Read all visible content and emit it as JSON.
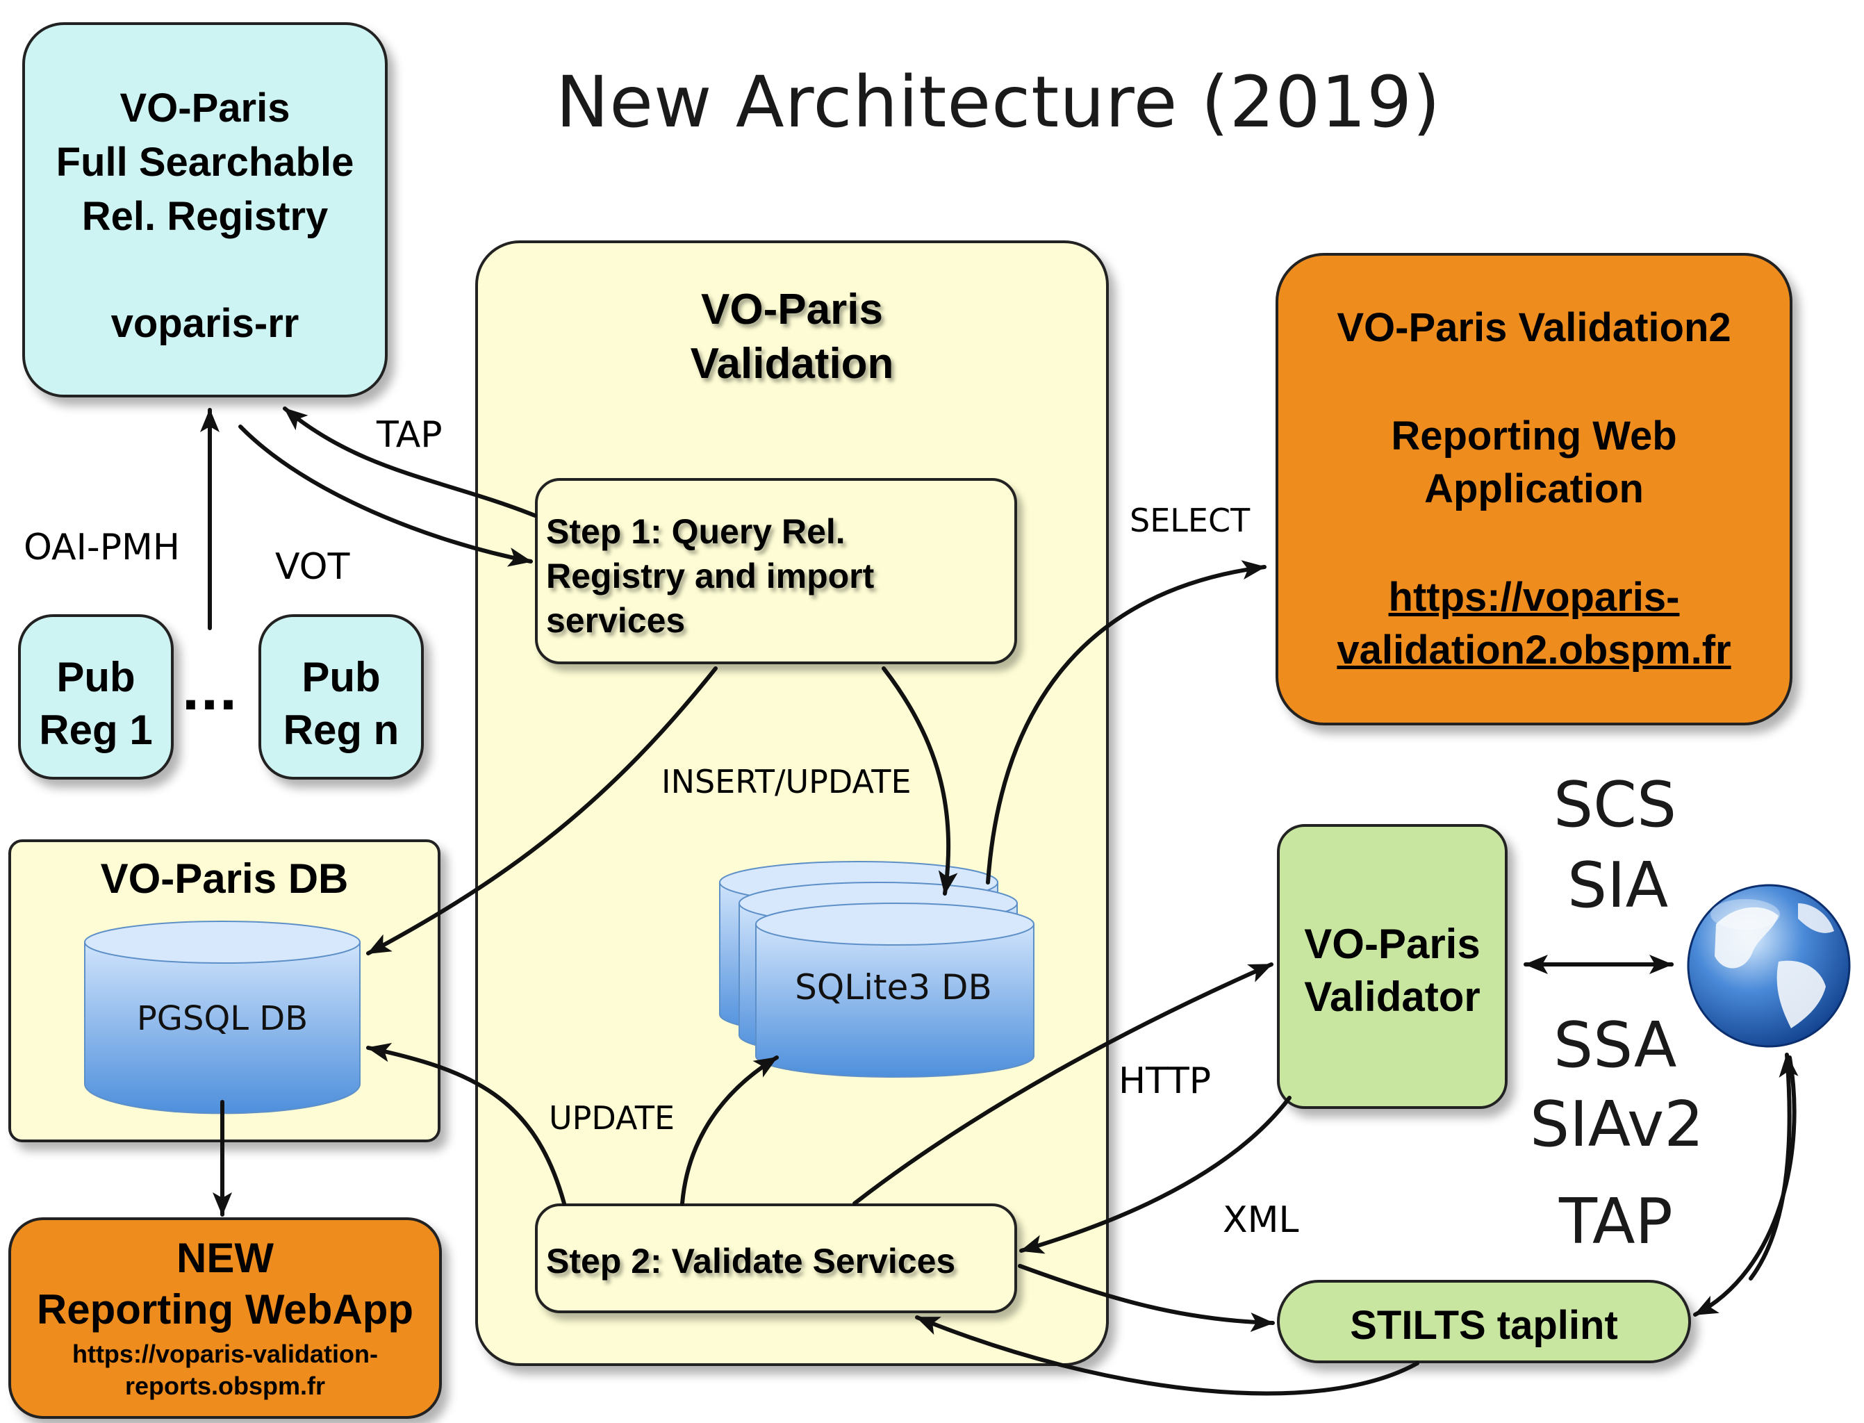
{
  "title": "New Architecture (2019)",
  "rel_registry": {
    "line1": "VO-Paris",
    "line2": "Full Searchable",
    "line3": "Rel. Registry",
    "line4": "voparis-rr"
  },
  "pub_reg_1": {
    "line1": "Pub",
    "line2": "Reg 1"
  },
  "pub_reg_n": {
    "line1": "Pub",
    "line2": "Reg n"
  },
  "ellipsis": "...",
  "validation": {
    "line1": "VO-Paris",
    "line2": "Validation"
  },
  "step1": {
    "line1": "Step 1: Query Rel.",
    "line2": "Registry and import",
    "line3": "services"
  },
  "step2": {
    "label": "Step 2: Validate Services"
  },
  "sqlite_db": {
    "label": "SQLite3 DB"
  },
  "voparis_db": {
    "title": "VO-Paris DB",
    "pgsql": "PGSQL DB"
  },
  "new_reporting": {
    "line1": "NEW",
    "line2": "Reporting WebApp",
    "url1": "https://voparis-validation-",
    "url2": "reports.obspm.fr"
  },
  "validation2": {
    "line1": "VO-Paris Validation2",
    "line2": "Reporting Web",
    "line3": "Application",
    "url1": "https://voparis-",
    "url2": "validation2.obspm.fr"
  },
  "validator": {
    "line1": "VO-Paris",
    "line2": "Validator"
  },
  "stilts": {
    "label": "STILTS taplint"
  },
  "edge_labels": {
    "tap": "TAP",
    "oai_pmh": "OAI-PMH",
    "vot": "VOT",
    "select": "SELECT",
    "insert_update": "INSERT/UPDATE",
    "update": "UPDATE",
    "http": "HTTP",
    "xml": "XML"
  },
  "protocols": [
    "SCS",
    "SIA",
    "SSA",
    "SIAv2",
    "TAP"
  ],
  "colors": {
    "cyan_box": "#cdf3f3",
    "yellow_box": "#fdfcd4",
    "orange_box": "#ee8c1e",
    "green_box": "#c8e6a0",
    "db_blue": "#5a9be0"
  }
}
